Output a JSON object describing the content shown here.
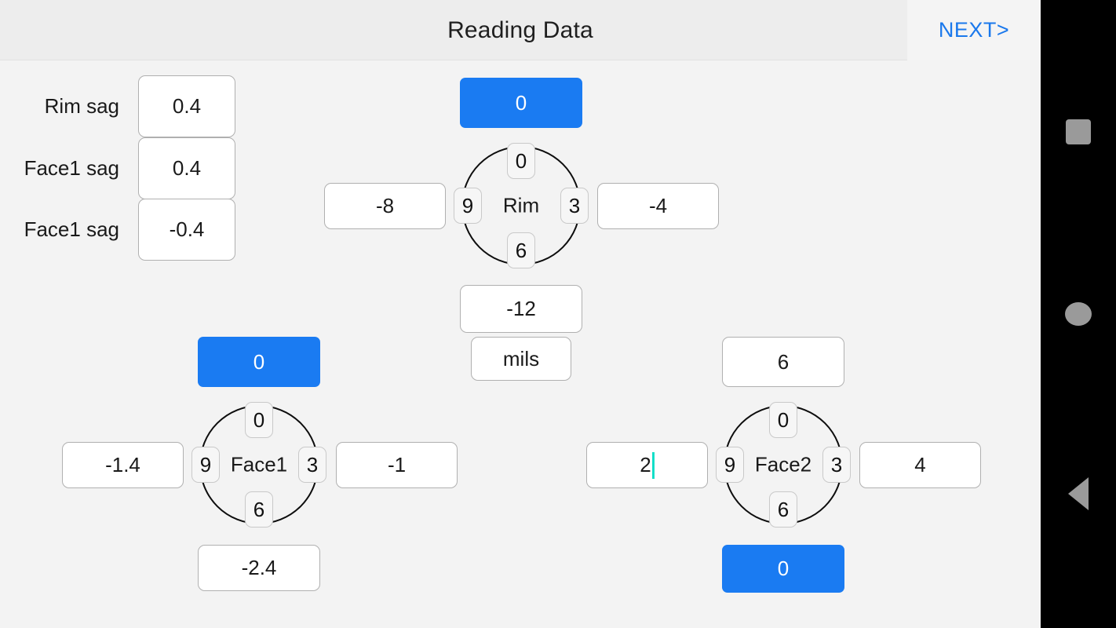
{
  "header": {
    "title": "Reading Data",
    "next_label": "NEXT>",
    "accent_color": "#1a78ec"
  },
  "theme": {
    "page_bg": "#f3f3f3",
    "header_bg": "#ededed",
    "blue": "#1a7bf2",
    "caret": "#13dfc8",
    "navbar_bg": "#000000",
    "nav_icon": "#9a9a9a"
  },
  "sag_panel": {
    "rows": [
      {
        "label": "Rim sag",
        "value": "0.4"
      },
      {
        "label": "Face1 sag",
        "value": "0.4"
      },
      {
        "label": "Face1 sag",
        "value": "-0.4"
      }
    ]
  },
  "units": {
    "value": "mils"
  },
  "dials": [
    {
      "name": "Rim",
      "ticks": {
        "top": "0",
        "right": "3",
        "bottom": "6",
        "left": "9"
      },
      "readings": {
        "top": {
          "value": "0",
          "highlighted": true,
          "focused": false
        },
        "left": {
          "value": "-8",
          "highlighted": false,
          "focused": false
        },
        "right": {
          "value": "-4",
          "highlighted": false,
          "focused": false
        },
        "bottom": {
          "value": "-12",
          "highlighted": false,
          "focused": false
        }
      }
    },
    {
      "name": "Face1",
      "ticks": {
        "top": "0",
        "right": "3",
        "bottom": "6",
        "left": "9"
      },
      "readings": {
        "top": {
          "value": "0",
          "highlighted": true,
          "focused": false
        },
        "left": {
          "value": "-1.4",
          "highlighted": false,
          "focused": false
        },
        "right": {
          "value": "-1",
          "highlighted": false,
          "focused": false
        },
        "bottom": {
          "value": "-2.4",
          "highlighted": false,
          "focused": false
        }
      }
    },
    {
      "name": "Face2",
      "ticks": {
        "top": "0",
        "right": "3",
        "bottom": "6",
        "left": "9"
      },
      "readings": {
        "top": {
          "value": "6",
          "highlighted": false,
          "focused": false
        },
        "left": {
          "value": "2",
          "highlighted": false,
          "focused": true
        },
        "right": {
          "value": "4",
          "highlighted": false,
          "focused": false
        },
        "bottom": {
          "value": "0",
          "highlighted": true,
          "focused": false
        }
      }
    }
  ],
  "navbar": {
    "recents": "square-recents-icon",
    "home": "circle-home-icon",
    "back": "triangle-back-icon"
  }
}
